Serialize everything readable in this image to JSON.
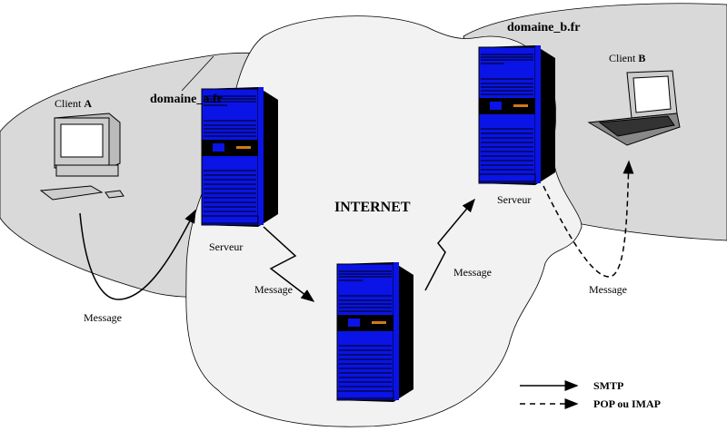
{
  "domains": {
    "a": {
      "name": "domaine_a.fr",
      "client_label": "Client ",
      "client_letter": "A",
      "server_label": "Serveur"
    },
    "b": {
      "name": "domaine_b.fr",
      "client_label": "Client ",
      "client_letter": "B",
      "server_label": "Serveur"
    }
  },
  "internet_label": "INTERNET",
  "message_labels": [
    "Message",
    "Message",
    "Message",
    "Message"
  ],
  "legend": {
    "smtp": "SMTP",
    "pop_imap": "POP ou IMAP"
  },
  "colors": {
    "server_blue": "#0a14e6",
    "domain_gray": "#d9d9d9",
    "internet_fill": "#f2f2f2",
    "led_orange": "#d2781e"
  }
}
